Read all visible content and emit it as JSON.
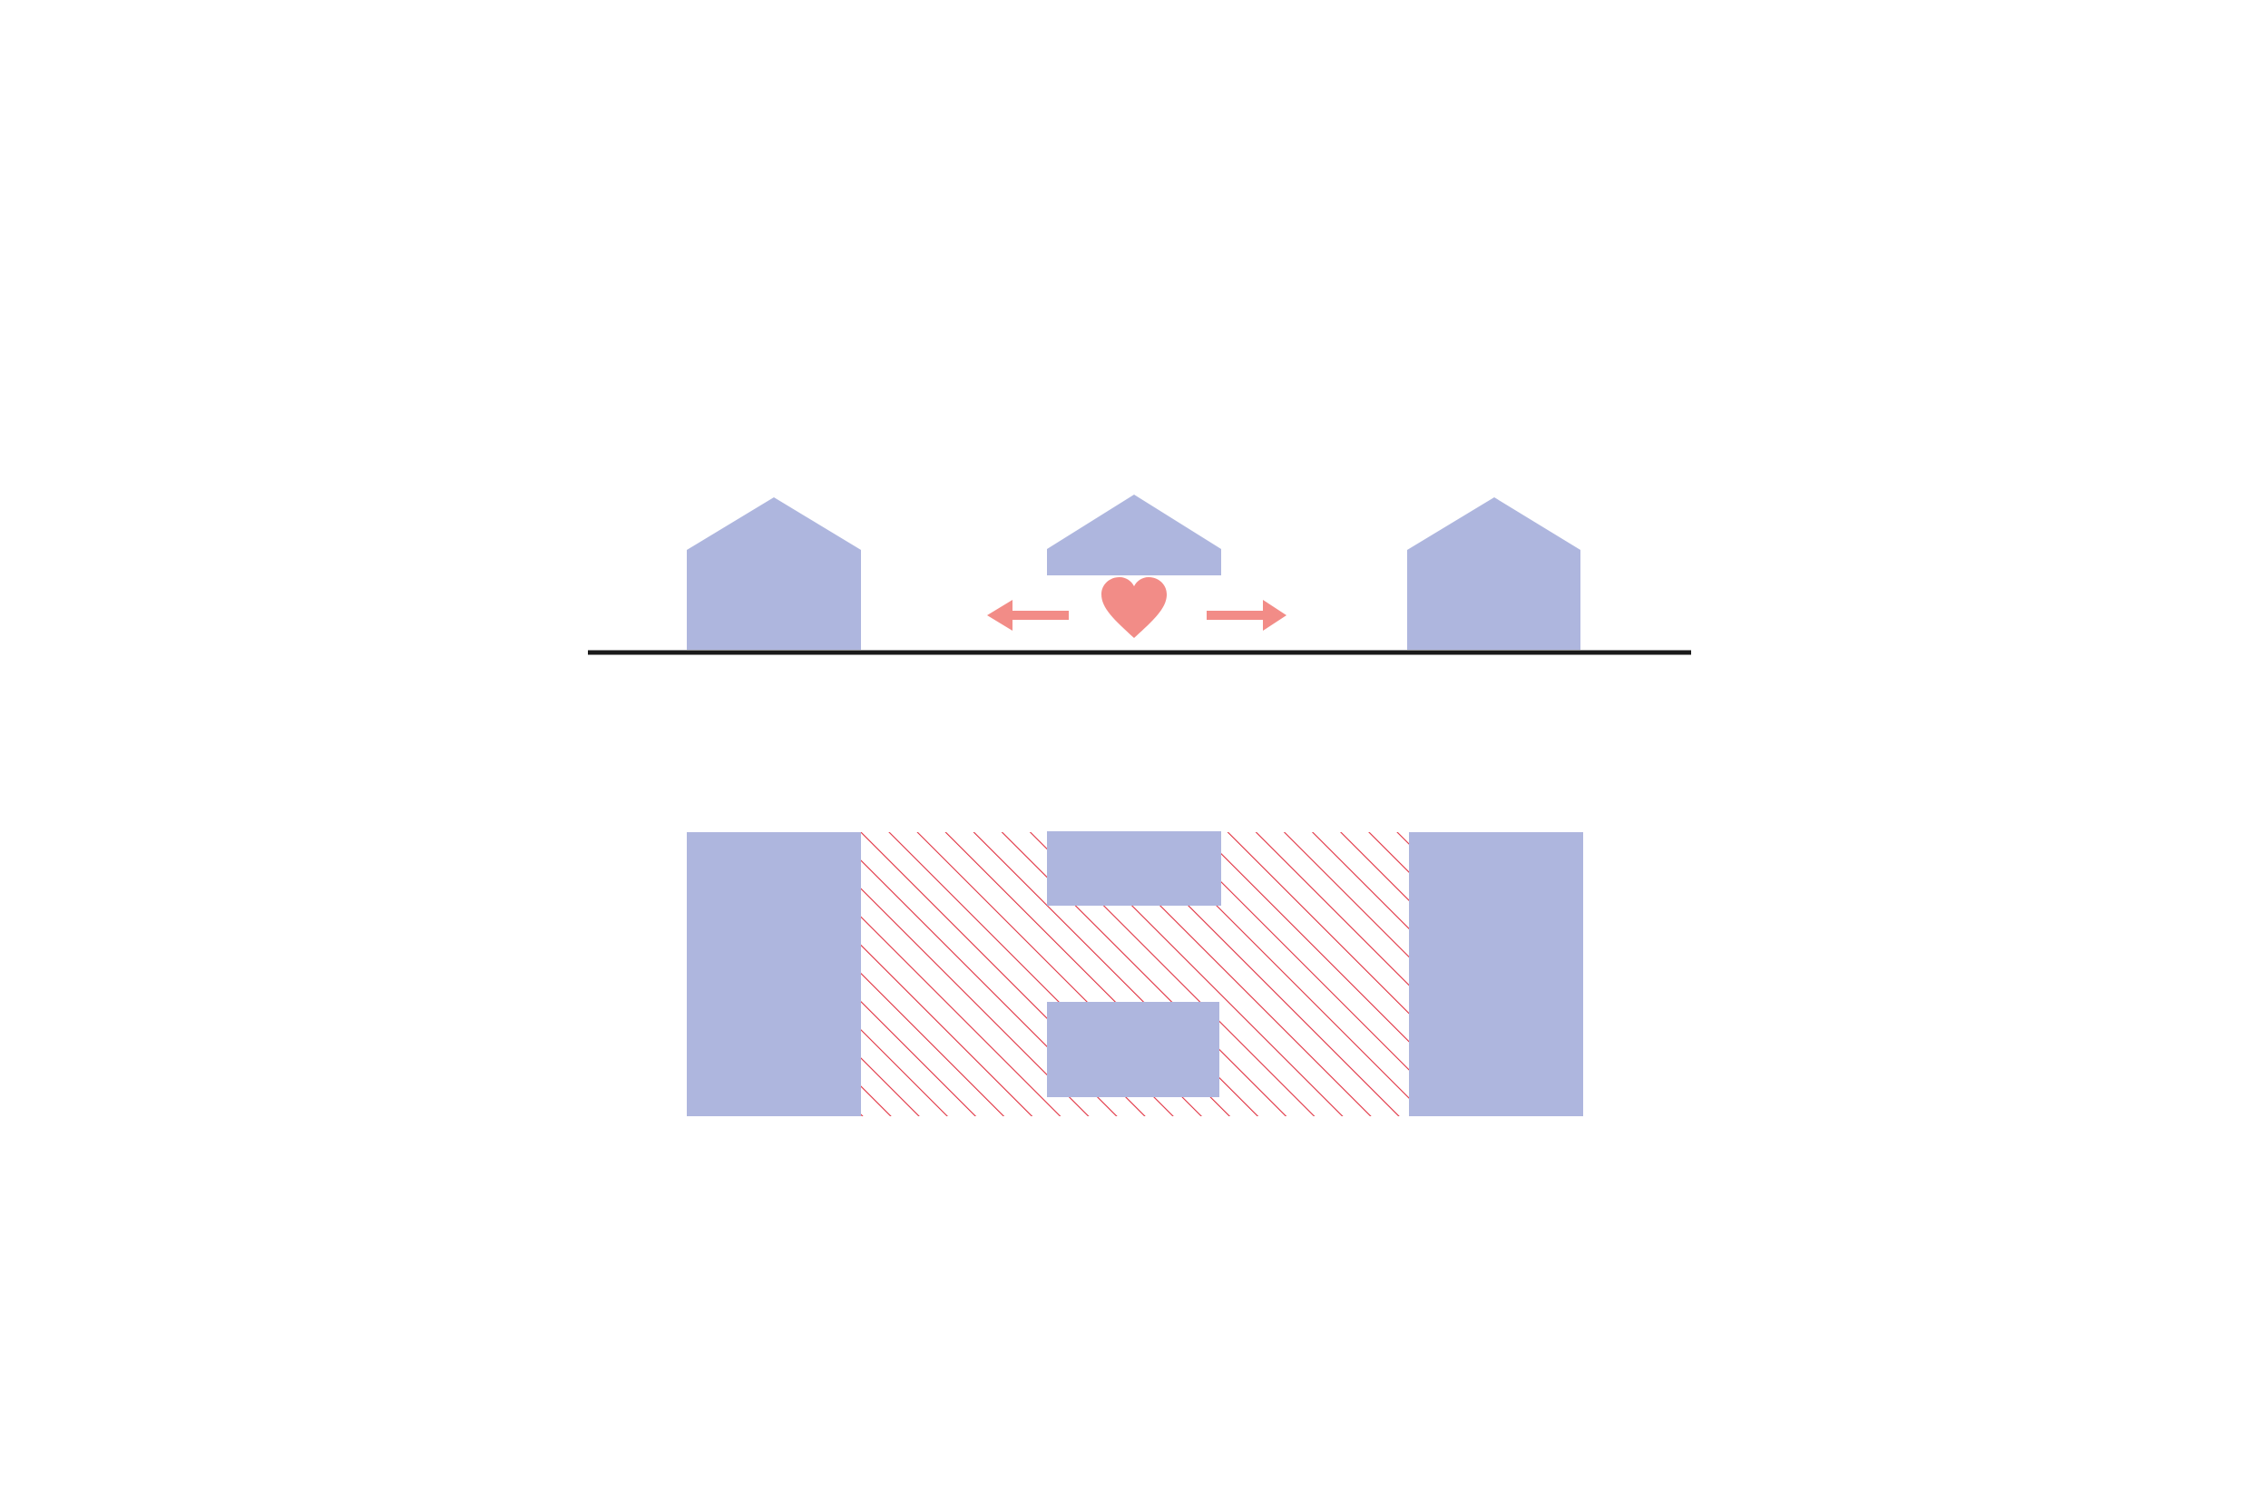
{
  "colors": {
    "background": "#ffffff",
    "building": "#aeb6de",
    "accent": "#f28c87",
    "hatch": "#e0303f",
    "ground_line": "#1a1a1a"
  },
  "section_view": {
    "buildings": [
      {
        "id": "left-house",
        "roof": "gable"
      },
      {
        "id": "center-house",
        "roof": "gable",
        "raised": true
      },
      {
        "id": "right-house",
        "roof": "gable"
      }
    ],
    "icons": [
      "heart-icon",
      "arrow-left-icon",
      "arrow-right-icon"
    ]
  },
  "plan_view": {
    "blocks": [
      "left-block",
      "center-top-block",
      "center-bottom-block",
      "right-block"
    ],
    "fill_pattern": "diagonal-hatch"
  }
}
